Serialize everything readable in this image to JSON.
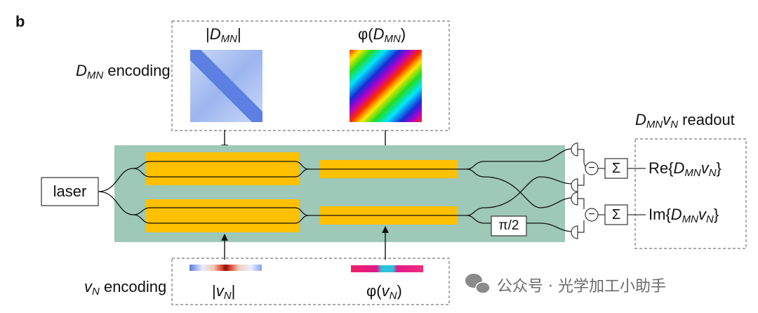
{
  "panel_letter": "b",
  "dmn_encoding": {
    "main": "D",
    "sub": "MN",
    "rest": " encoding"
  },
  "abs_dmn_label": {
    "pre": "|",
    "main": "D",
    "sub": "MN",
    "post": "|"
  },
  "phase_dmn_label": {
    "pre": "φ(",
    "main": "D",
    "sub": "MN",
    "post": ")"
  },
  "vn_encoding": {
    "main": "v",
    "sub": "N",
    "rest": " encoding"
  },
  "abs_vn_label": {
    "pre": "|",
    "main": "v",
    "sub": "N",
    "post": "|"
  },
  "phase_vn_label": {
    "pre": "φ(",
    "main": "v",
    "sub": "N",
    "post": ")"
  },
  "laser_label": "laser",
  "phase_shifter_label": "π/2",
  "sum_symbol": "Σ",
  "minus_symbol": "−",
  "readout_title": {
    "m1": "D",
    "s1": "MN",
    "m2": "v",
    "s2": "N",
    "rest": " readout"
  },
  "re_output": {
    "pre": "Re{",
    "m1": "D",
    "s1": "MN",
    "m2": "v",
    "s2": "N",
    "post": "}"
  },
  "im_output": {
    "pre": "Im{",
    "m1": "D",
    "s1": "MN",
    "m2": "v",
    "s2": "N",
    "post": "}"
  },
  "watermark": "公众号 · 光学加工小助手",
  "colors": {
    "chip": "#9ec8b8",
    "modulator": "#ffc000",
    "waveguide": "#111111"
  }
}
